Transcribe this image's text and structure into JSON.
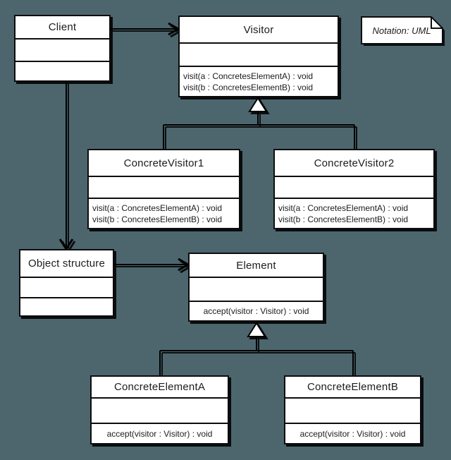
{
  "canvas": {
    "background_color": "#4d666e",
    "box_fill_color": "#ffffff",
    "line_color": "#000000",
    "text_color": "#1c1c1c"
  },
  "note": {
    "label": "Notation: UML"
  },
  "classes": {
    "client": {
      "title": "Client",
      "methods": []
    },
    "visitor": {
      "title": "Visitor",
      "methods": [
        "visit(a : ConcretesElementA) : void",
        "visit(b : ConcretesElementB) : void"
      ]
    },
    "concrete_visitor1": {
      "title": "ConcreteVisitor1",
      "methods": [
        "visit(a : ConcretesElementA) : void",
        "visit(b : ConcretesElementB) : void"
      ]
    },
    "concrete_visitor2": {
      "title": "ConcreteVisitor2",
      "methods": [
        "visit(a : ConcretesElementA) : void",
        "visit(b : ConcretesElementB) : void"
      ]
    },
    "object_structure": {
      "title": "Object structure",
      "methods": []
    },
    "element": {
      "title": "Element",
      "methods": [
        "accept(visitor : Visitor) : void"
      ]
    },
    "concrete_element_a": {
      "title": "ConcreteElementA",
      "methods": [
        "accept(visitor : Visitor) : void"
      ]
    },
    "concrete_element_b": {
      "title": "ConcreteElementB",
      "methods": [
        "accept(visitor : Visitor) : void"
      ]
    }
  },
  "relationships": [
    {
      "from": "Client",
      "to": "Visitor",
      "type": "directed-association"
    },
    {
      "from": "Client",
      "to": "Object structure",
      "type": "directed-association"
    },
    {
      "from": "Object structure",
      "to": "Element",
      "type": "directed-association"
    },
    {
      "from": "ConcreteVisitor1",
      "to": "Visitor",
      "type": "generalization"
    },
    {
      "from": "ConcreteVisitor2",
      "to": "Visitor",
      "type": "generalization"
    },
    {
      "from": "ConcreteElementA",
      "to": "Element",
      "type": "generalization"
    },
    {
      "from": "ConcreteElementB",
      "to": "Element",
      "type": "generalization"
    }
  ]
}
